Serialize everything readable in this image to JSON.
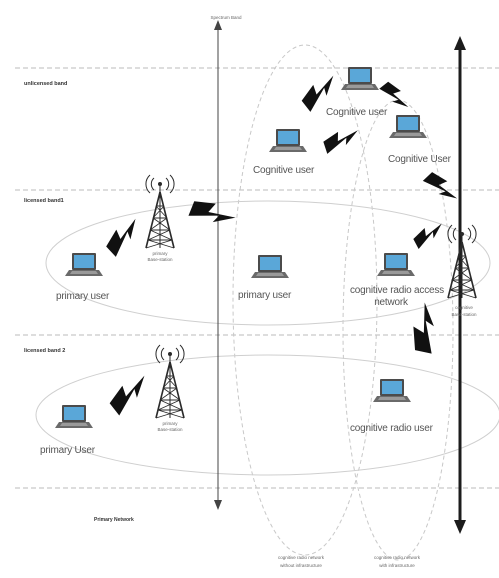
{
  "axis": {
    "spectrum_band": "Spectrum Band",
    "primary_network": "Primary Network"
  },
  "bands": {
    "unlicensed": "unlicensed band",
    "licensed1": "licensed band1",
    "licensed2": "licensed band 2"
  },
  "users": {
    "cognitive_top": "Cognitive user",
    "cognitive_left": "Cognitive user",
    "cognitive_right": "Cognitive User",
    "primary1_left": "primary user",
    "primary1_mid": "primary user",
    "cra_line1": "cognitive radio access",
    "cra_line2": "network",
    "primary2_left": "primary User",
    "cognitive_radio_user": "cognitive radio user"
  },
  "stations": {
    "primary1": [
      "primary",
      "Base-station"
    ],
    "primary2": [
      "primary",
      "Base-station"
    ],
    "cognitive": [
      "cognitive",
      "Base-station"
    ]
  },
  "bottom": {
    "without_line1": "cognitive radio network",
    "without_line2": "without infrastructure",
    "with_line1": "cognitive radio network",
    "with_line2": "with infrastructure"
  },
  "colors": {
    "screen": "#5aa7d8",
    "tower": "#2a2a2a",
    "bolt": "#111111",
    "dashed": "#bbbbbb",
    "ellipse": "#c8c8c8"
  }
}
